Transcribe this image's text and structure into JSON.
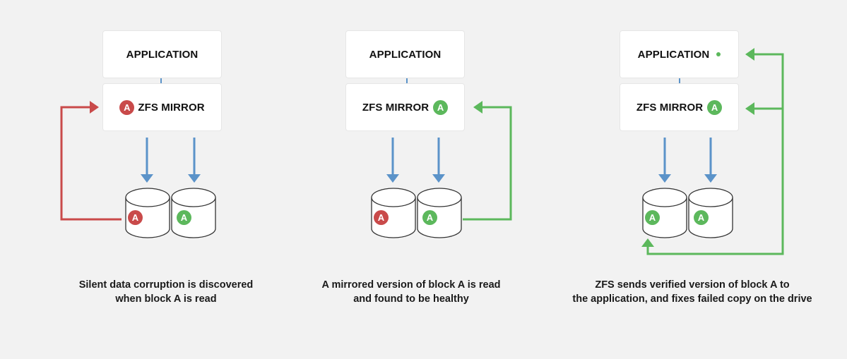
{
  "colors": {
    "background": "#f2f2f2",
    "flow_arrow": "#5b93c9",
    "corrupt": "#c94a4a",
    "healthy": "#5cb85c"
  },
  "panels": [
    {
      "application_label": "APPLICATION",
      "application_marker": "none",
      "mirror_label": "ZFS MIRROR",
      "mirror_badge": {
        "letter": "A",
        "status": "corrupt",
        "side": "left"
      },
      "disks": [
        {
          "letter": "A",
          "status": "corrupt"
        },
        {
          "letter": "A",
          "status": "healthy"
        }
      ],
      "return_path": "corrupt-read-from-disk-1-to-mirror",
      "caption_line1": "Silent data corruption is discovered",
      "caption_line2": "when block A is read"
    },
    {
      "application_label": "APPLICATION",
      "application_marker": "none",
      "mirror_label": "ZFS MIRROR",
      "mirror_badge": {
        "letter": "A",
        "status": "healthy",
        "side": "right"
      },
      "disks": [
        {
          "letter": "A",
          "status": "corrupt"
        },
        {
          "letter": "A",
          "status": "healthy"
        }
      ],
      "return_path": "healthy-read-from-disk-2-to-mirror",
      "caption_line1": "A  mirrored version of block A is read",
      "caption_line2": "and found to be healthy"
    },
    {
      "application_label": "APPLICATION",
      "application_marker": "green-dot",
      "mirror_label": "ZFS MIRROR",
      "mirror_badge": {
        "letter": "A",
        "status": "healthy",
        "side": "right"
      },
      "disks": [
        {
          "letter": "A",
          "status": "healthy"
        },
        {
          "letter": "A",
          "status": "healthy"
        }
      ],
      "return_path": "repair-to-application-mirror-and-disk-1",
      "caption_line1": "ZFS sends verified version of block A to",
      "caption_line2": "the application, and fixes failed copy on the drive"
    }
  ]
}
